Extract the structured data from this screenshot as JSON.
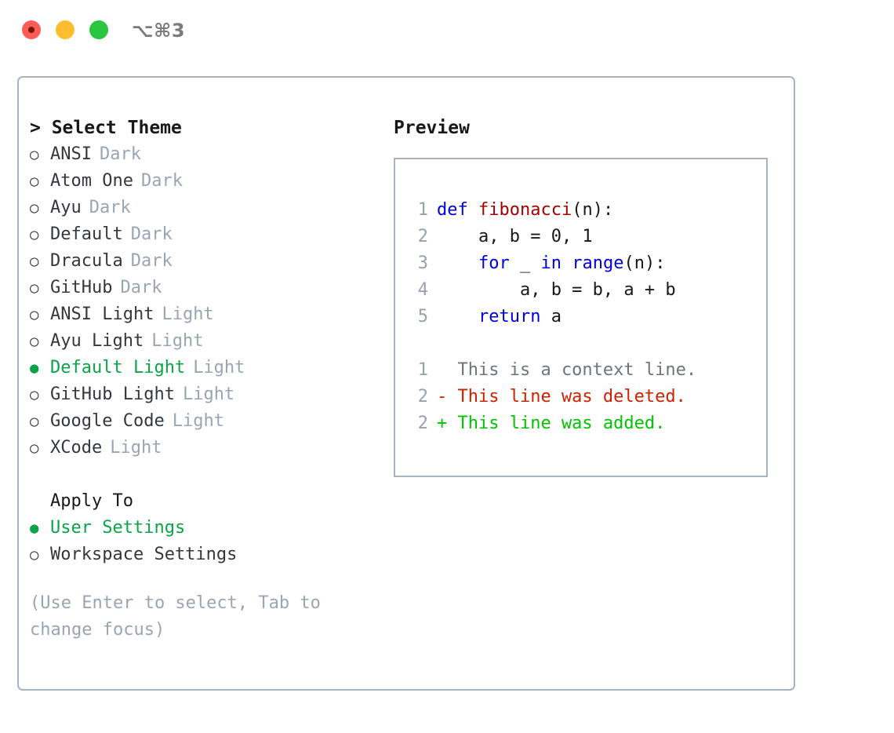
{
  "titlebar": {
    "shortcut": "⌥⌘3",
    "controls": [
      {
        "name": "close",
        "color": "#fb5d56"
      },
      {
        "name": "minimize",
        "color": "#fdbd2e"
      },
      {
        "name": "maximize",
        "color": "#28c73f"
      }
    ]
  },
  "colors": {
    "selected_green": "#0aa346",
    "tag_gray": "#9aa5b4",
    "panel_border": "#a8b2c0",
    "keyword_blue": "#0000d8",
    "function_red": "#a60000",
    "diff_delete_red": "#cc2200",
    "diff_add_green": "#00c400",
    "text": "#17181a"
  },
  "left": {
    "heading": "> Select Theme",
    "bullet_selected": "●",
    "bullet_unselected": "○",
    "themes": [
      {
        "label": "ANSI",
        "tag": "Dark",
        "selected": false
      },
      {
        "label": "Atom One",
        "tag": "Dark",
        "selected": false
      },
      {
        "label": "Ayu",
        "tag": "Dark",
        "selected": false
      },
      {
        "label": "Default",
        "tag": "Dark",
        "selected": false
      },
      {
        "label": "Dracula",
        "tag": "Dark",
        "selected": false
      },
      {
        "label": "GitHub",
        "tag": "Dark",
        "selected": false
      },
      {
        "label": "ANSI Light",
        "tag": "Light",
        "selected": false
      },
      {
        "label": "Ayu Light",
        "tag": "Light",
        "selected": false
      },
      {
        "label": "Default Light",
        "tag": "Light",
        "selected": true
      },
      {
        "label": "GitHub Light",
        "tag": "Light",
        "selected": false
      },
      {
        "label": "Google Code",
        "tag": "Light",
        "selected": false
      },
      {
        "label": "XCode",
        "tag": "Light",
        "selected": false
      }
    ],
    "apply_to": {
      "heading": "Apply To",
      "options": [
        {
          "label": "User Settings",
          "selected": true
        },
        {
          "label": "Workspace Settings",
          "selected": false
        }
      ]
    },
    "hint": "(Use Enter to select, Tab to change focus)"
  },
  "right": {
    "heading": "Preview",
    "code_lines": [
      {
        "no": "1",
        "tokens": [
          {
            "t": "def ",
            "k": "kw"
          },
          {
            "t": "fibonacci",
            "k": "fn"
          },
          {
            "t": "(n):",
            "k": "plain"
          }
        ]
      },
      {
        "no": "2",
        "tokens": [
          {
            "t": "    a, b = 0, 1",
            "k": "plain"
          }
        ]
      },
      {
        "no": "3",
        "tokens": [
          {
            "t": "    ",
            "k": "plain"
          },
          {
            "t": "for",
            "k": "kw"
          },
          {
            "t": " _ ",
            "k": "plain"
          },
          {
            "t": "in",
            "k": "kw"
          },
          {
            "t": " ",
            "k": "plain"
          },
          {
            "t": "range",
            "k": "kw"
          },
          {
            "t": "(n):",
            "k": "plain"
          }
        ]
      },
      {
        "no": "4",
        "tokens": [
          {
            "t": "        a, b = b, a + b",
            "k": "plain"
          }
        ]
      },
      {
        "no": "5",
        "tokens": [
          {
            "t": "    ",
            "k": "plain"
          },
          {
            "t": "return",
            "k": "kw"
          },
          {
            "t": " a",
            "k": "plain"
          }
        ]
      }
    ],
    "diff_lines": [
      {
        "no": "1",
        "marker": " ",
        "text": " This is a context line.",
        "kind": "context"
      },
      {
        "no": "2",
        "marker": "-",
        "text": " This line was deleted.",
        "kind": "delete"
      },
      {
        "no": "2",
        "marker": "+",
        "text": " This line was added.",
        "kind": "add"
      }
    ]
  }
}
